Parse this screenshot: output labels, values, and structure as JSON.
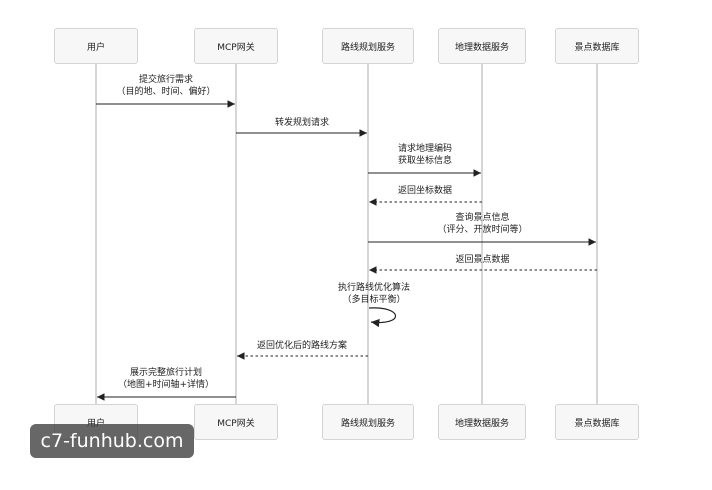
{
  "participants": [
    {
      "id": "user",
      "label": "用户"
    },
    {
      "id": "mcp",
      "label": "MCP网关"
    },
    {
      "id": "route",
      "label": "路线规划服务"
    },
    {
      "id": "geo",
      "label": "地理数据服务"
    },
    {
      "id": "poi",
      "label": "景点数据库"
    }
  ],
  "messages": [
    {
      "from": "user",
      "to": "mcp",
      "type": "solid",
      "lines": [
        "提交旅行需求",
        "（目的地、时间、偏好）"
      ]
    },
    {
      "from": "mcp",
      "to": "route",
      "type": "solid",
      "lines": [
        "转发规划请求"
      ]
    },
    {
      "from": "route",
      "to": "geo",
      "type": "solid",
      "lines": [
        "请求地理编码",
        "获取坐标信息"
      ]
    },
    {
      "from": "geo",
      "to": "route",
      "type": "dashed",
      "lines": [
        "返回坐标数据"
      ]
    },
    {
      "from": "route",
      "to": "poi",
      "type": "solid",
      "lines": [
        "查询景点信息",
        "（评分、开放时间等）"
      ]
    },
    {
      "from": "poi",
      "to": "route",
      "type": "dashed",
      "lines": [
        "返回景点数据"
      ]
    },
    {
      "from": "route",
      "to": "route",
      "type": "self",
      "lines": [
        "执行路线优化算法",
        "（多目标平衡）"
      ]
    },
    {
      "from": "route",
      "to": "mcp",
      "type": "dashed",
      "lines": [
        "返回优化后的路线方案"
      ]
    },
    {
      "from": "mcp",
      "to": "user",
      "type": "solid",
      "lines": [
        "展示完整旅行计划",
        "（地图+时间轴+详情）"
      ]
    }
  ],
  "watermark": "c7-funhub.com",
  "colors": {
    "line": "#222222",
    "lifeline": "#c8c8c8",
    "box_border": "#d4d4d4",
    "box_fill": "#f7f7f7"
  }
}
